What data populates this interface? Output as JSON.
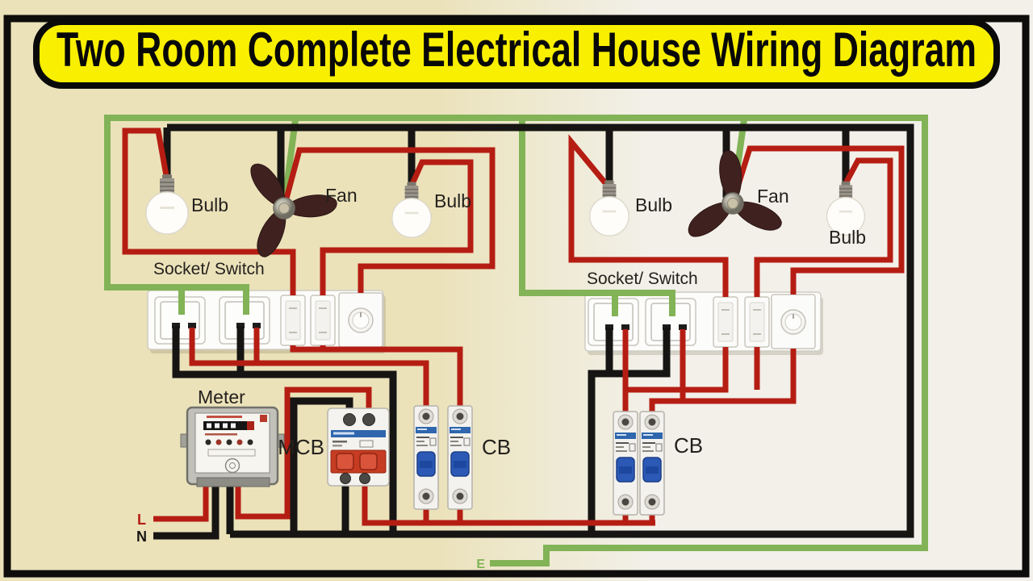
{
  "title": "Two Room Complete Electrical House Wiring Diagram",
  "rooms": [
    {
      "bulb_left": "Bulb",
      "fan": "Fan",
      "bulb_right": "Bulb",
      "panel": "Socket/ Switch"
    },
    {
      "bulb_left": "Bulb",
      "fan": "Fan",
      "bulb_right": "Bulb",
      "panel": "Socket/ Switch"
    }
  ],
  "components": {
    "meter": "Meter",
    "mcb": "MCB",
    "cb_room1": "CB",
    "cb_room2": "CB"
  },
  "legend": {
    "live": "L",
    "neutral": "N",
    "earth": "E"
  },
  "colors": {
    "live": "#b51d13",
    "neutral": "#171513",
    "earth": "#82b356",
    "banner_bg": "#f9ef00",
    "banner_text": "#080808",
    "bg_left": "#ebe2ba",
    "bg_right": "#f2f0e9",
    "frame": "#0e0d0b",
    "label_text": "#24211d"
  }
}
